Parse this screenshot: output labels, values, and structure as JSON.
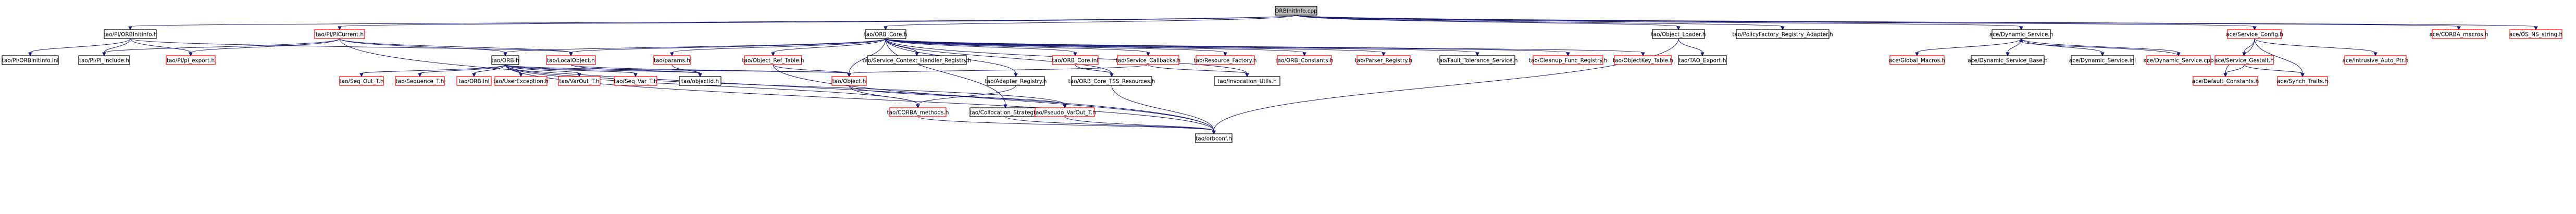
{
  "diagram": {
    "type": "include-dependency-graph",
    "colors": {
      "edge": "#191970",
      "external_border": "#000000",
      "incomplete_border": "#ff0000",
      "root_fill": "#bfbfbf"
    },
    "nodes": [
      {
        "id": "root",
        "label": "ORBInitInfo.cpp",
        "kind": "root"
      },
      {
        "id": "pi_orbinit_h",
        "label": "tao/PI/ORBInitInfo.h",
        "kind": "black"
      },
      {
        "id": "pi_current_h",
        "label": "tao/PI/PICurrent.h",
        "kind": "red"
      },
      {
        "id": "orb_core_h",
        "label": "tao/ORB_Core.h",
        "kind": "black"
      },
      {
        "id": "object_loader_h",
        "label": "tao/Object_Loader.h",
        "kind": "black"
      },
      {
        "id": "policy_factory_adapter",
        "label": "tao/PolicyFactory_Registry_Adapter.h",
        "kind": "black"
      },
      {
        "id": "dynamic_service_h",
        "label": "ace/Dynamic_Service.h",
        "kind": "black"
      },
      {
        "id": "service_config_h",
        "label": "ace/Service_Config.h",
        "kind": "red"
      },
      {
        "id": "corba_macros_top",
        "label": "ace/CORBA_macros.h",
        "kind": "red"
      },
      {
        "id": "os_ns_string",
        "label": "ace/OS_NS_string.h",
        "kind": "red"
      },
      {
        "id": "pi_orbinit_inl",
        "label": "tao/PI/ORBInitInfo.inl",
        "kind": "black"
      },
      {
        "id": "pi_include_h",
        "label": "tao/PI/PI_include.h",
        "kind": "black"
      },
      {
        "id": "pi_export",
        "label": "tao/PI/pi_export.h",
        "kind": "red"
      },
      {
        "id": "orb_h",
        "label": "tao/ORB.h",
        "kind": "black"
      },
      {
        "id": "local_object",
        "label": "tao/LocalObject.h",
        "kind": "red"
      },
      {
        "id": "params",
        "label": "tao/params.h",
        "kind": "red"
      },
      {
        "id": "object_ref_table",
        "label": "tao/Object_Ref_Table.h",
        "kind": "red"
      },
      {
        "id": "service_ctx",
        "label": "tao/Service_Context_Handler_Registry.h",
        "kind": "black"
      },
      {
        "id": "orb_core_inl",
        "label": "tao/ORB_Core.inl",
        "kind": "red"
      },
      {
        "id": "service_callbacks",
        "label": "tao/Service_Callbacks.h",
        "kind": "red"
      },
      {
        "id": "resource_factory",
        "label": "tao/Resource_Factory.h",
        "kind": "red"
      },
      {
        "id": "orb_constants",
        "label": "tao/ORB_Constants.h",
        "kind": "red"
      },
      {
        "id": "parser_registry",
        "label": "tao/Parser_Registry.h",
        "kind": "red"
      },
      {
        "id": "fault_tolerance",
        "label": "tao/Fault_Tolerance_Service.h",
        "kind": "black"
      },
      {
        "id": "cleanup_func",
        "label": "tao/Cleanup_Func_Registry.h",
        "kind": "red"
      },
      {
        "id": "objectkey_table",
        "label": "tao/ObjectKey_Table.h",
        "kind": "red"
      },
      {
        "id": "tao_export",
        "label": "tao/TAO_Export.h",
        "kind": "black"
      },
      {
        "id": "global_macros",
        "label": "ace/Global_Macros.h",
        "kind": "red"
      },
      {
        "id": "dynamic_service_base",
        "label": "ace/Dynamic_Service_Base.h",
        "kind": "black"
      },
      {
        "id": "dynamic_service_inl",
        "label": "ace/Dynamic_Service.inl",
        "kind": "black"
      },
      {
        "id": "dynamic_service_cpp",
        "label": "ace/Dynamic_Service.cpp",
        "kind": "red"
      },
      {
        "id": "service_gestalt",
        "label": "ace/Service_Gestalt.h",
        "kind": "red"
      },
      {
        "id": "intrusive_auto_ptr",
        "label": "ace/Intrusive_Auto_Ptr.h",
        "kind": "red"
      },
      {
        "id": "default_constants",
        "label": "ace/Default_Constants.h",
        "kind": "red"
      },
      {
        "id": "synch_traits",
        "label": "ace/Synch_Traits.h",
        "kind": "red"
      },
      {
        "id": "seq_out_t",
        "label": "tao/Seq_Out_T.h",
        "kind": "red"
      },
      {
        "id": "sequence_t",
        "label": "tao/Sequence_T.h",
        "kind": "red"
      },
      {
        "id": "orb_inl",
        "label": "tao/ORB.inl",
        "kind": "red"
      },
      {
        "id": "user_exception",
        "label": "tao/UserException.h",
        "kind": "red"
      },
      {
        "id": "var_out_t",
        "label": "tao/VarOut_T.h",
        "kind": "red"
      },
      {
        "id": "seq_var_t",
        "label": "tao/Seq_Var_T.h",
        "kind": "red"
      },
      {
        "id": "objectid",
        "label": "tao/objectid.h",
        "kind": "black"
      },
      {
        "id": "object_h",
        "label": "tao/Object.h",
        "kind": "red"
      },
      {
        "id": "adapter_registry",
        "label": "tao/Adapter_Registry.h",
        "kind": "black"
      },
      {
        "id": "orb_core_tss",
        "label": "tao/ORB_Core_TSS_Resources.h",
        "kind": "black"
      },
      {
        "id": "invocation_utils",
        "label": "tao/Invocation_Utils.h",
        "kind": "black"
      },
      {
        "id": "collocation_strategy",
        "label": "tao/Collocation_Strategy.h",
        "kind": "black"
      },
      {
        "id": "corba_methods",
        "label": "tao/CORBA_methods.h",
        "kind": "red"
      },
      {
        "id": "pseudo_varout",
        "label": "tao/Pseudo_VarOut_T.h",
        "kind": "red"
      },
      {
        "id": "orbconf",
        "label": "tao/orbconf.h",
        "kind": "black"
      }
    ]
  }
}
